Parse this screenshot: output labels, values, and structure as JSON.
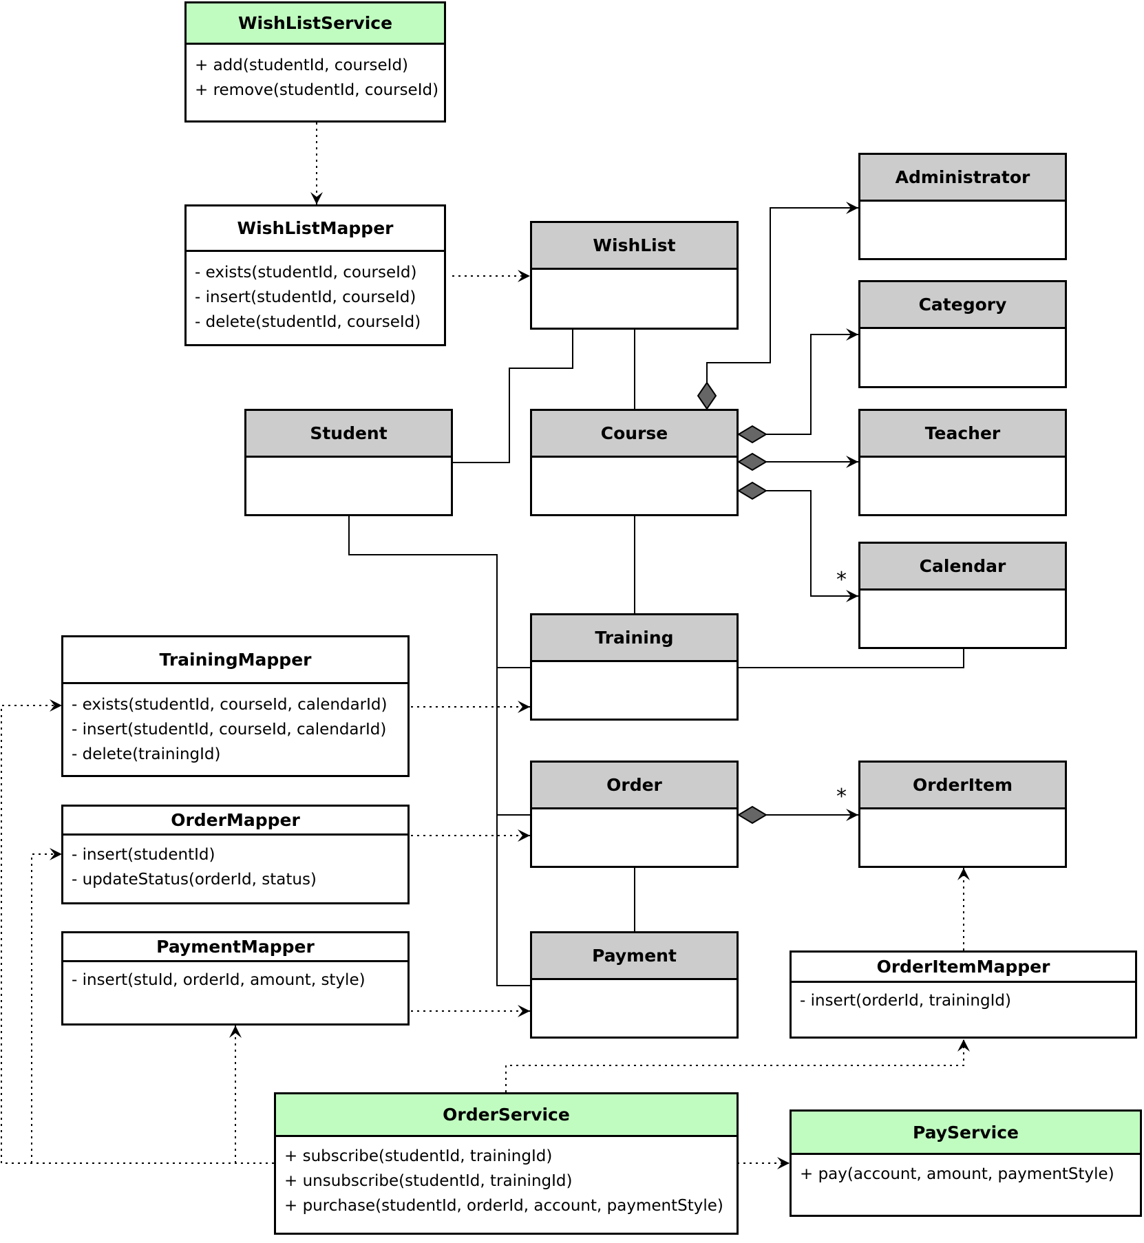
{
  "classes": {
    "wishlist_service": {
      "name": "WishListService",
      "methods": [
        "+ add(studentId, courseId)",
        "+ remove(studentId, courseId)"
      ]
    },
    "wishlist_mapper": {
      "name": "WishListMapper",
      "methods": [
        "- exists(studentId, courseId)",
        "- insert(studentId, courseId)",
        "- delete(studentId, courseId)"
      ]
    },
    "wishlist": {
      "name": "WishList"
    },
    "administrator": {
      "name": "Administrator"
    },
    "category": {
      "name": "Category"
    },
    "student": {
      "name": "Student"
    },
    "course": {
      "name": "Course"
    },
    "teacher": {
      "name": "Teacher"
    },
    "calendar": {
      "name": "Calendar"
    },
    "training": {
      "name": "Training"
    },
    "training_mapper": {
      "name": "TrainingMapper",
      "methods": [
        "- exists(studentId, courseId, calendarId)",
        "- insert(studentId, courseId, calendarId)",
        "- delete(trainingId)"
      ]
    },
    "order": {
      "name": "Order"
    },
    "order_item": {
      "name": "OrderItem"
    },
    "order_mapper": {
      "name": "OrderMapper",
      "methods": [
        "- insert(studentId)",
        "- updateStatus(orderId, status)"
      ]
    },
    "payment_mapper": {
      "name": "PaymentMapper",
      "methods": [
        "- insert(stuId, orderId, amount, style)"
      ]
    },
    "payment": {
      "name": "Payment"
    },
    "order_item_mapper": {
      "name": "OrderItemMapper",
      "methods": [
        "- insert(orderId, trainingId)"
      ]
    },
    "order_service": {
      "name": "OrderService",
      "methods": [
        "+ subscribe(studentId, trainingId)",
        "+ unsubscribe(studentId, trainingId)",
        "+ purchase(studentId, orderId, account, paymentStyle)"
      ]
    },
    "pay_service": {
      "name": "PayService",
      "methods": [
        "+ pay(account, amount, paymentStyle)"
      ]
    }
  },
  "multiplicities": {
    "calendar": "*",
    "order_item": "*"
  }
}
